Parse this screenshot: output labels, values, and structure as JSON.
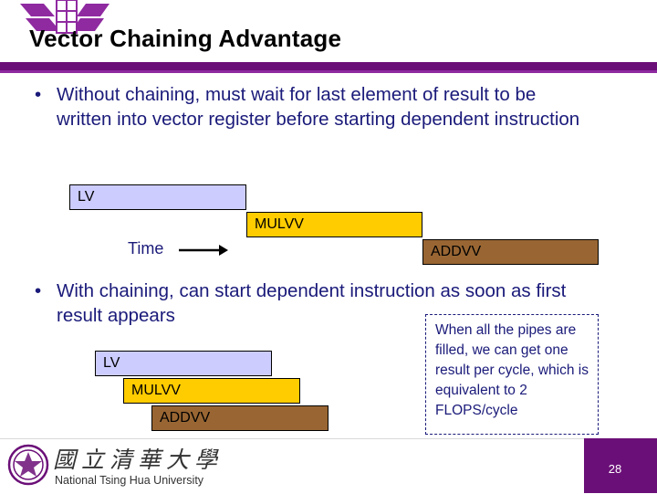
{
  "slide": {
    "title": "Vector Chaining Advantage",
    "header_bar_color": "#6b0f78",
    "bullets": [
      {
        "marker": "•",
        "text": "Without chaining, must wait for last element of result to be written into vector register before starting dependent instruction"
      },
      {
        "marker": "•",
        "text": "With chaining, can start dependent instruction as soon as first result appears"
      }
    ],
    "diagram_unchained": {
      "time_label": "Time",
      "bars": [
        {
          "label": "LV",
          "color": "#ccccff"
        },
        {
          "label": "MULVV",
          "color": "#ffcc00"
        },
        {
          "label": "ADDVV",
          "color": "#996633"
        }
      ]
    },
    "diagram_chained": {
      "bars": [
        {
          "label": "LV",
          "color": "#ccccff"
        },
        {
          "label": "MULVV",
          "color": "#ffcc00"
        },
        {
          "label": "ADDVV",
          "color": "#996633"
        }
      ]
    },
    "note": "When all the pipes are filled, we can get one result per cycle, which is equivalent to 2 FLOPS/cycle",
    "footer": {
      "university_cjk": "國立清華大學",
      "university_en": "National Tsing Hua University",
      "page_number": "28",
      "badge_color": "#6b0f78"
    }
  }
}
